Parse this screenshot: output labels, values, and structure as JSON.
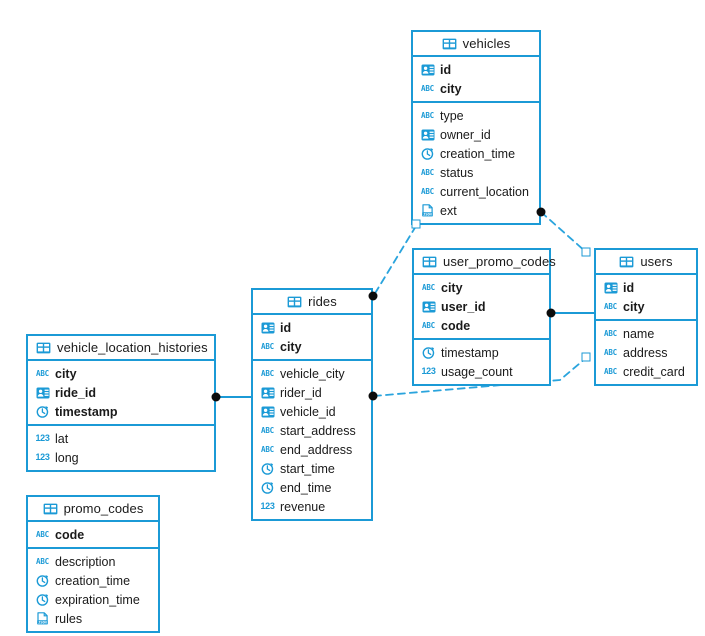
{
  "diagram": {
    "title": "Database schema ER diagram",
    "accent_color": "#1b9ad6",
    "marker_color": "#0c0c0c",
    "background": "#ffffff"
  },
  "icons": {
    "table": "table-icon",
    "id": "id-card-icon",
    "abc": "abc-text-icon",
    "clock": "clock-icon",
    "json": "json-document-icon",
    "number": "numeric-123-icon"
  },
  "tables": [
    {
      "id": "vehicles",
      "name": "vehicles",
      "title_align": "center",
      "keys": [
        {
          "icon": "id",
          "label": "id"
        },
        {
          "icon": "abc",
          "label": "city"
        }
      ],
      "fields": [
        {
          "icon": "abc",
          "label": "type"
        },
        {
          "icon": "id",
          "label": "owner_id"
        },
        {
          "icon": "clock",
          "label": "creation_time"
        },
        {
          "icon": "abc",
          "label": "status"
        },
        {
          "icon": "abc",
          "label": "current_location"
        },
        {
          "icon": "json",
          "label": "ext"
        }
      ]
    },
    {
      "id": "user_promo_codes",
      "name": "user_promo_codes",
      "title_align": "left",
      "keys": [
        {
          "icon": "abc",
          "label": "city"
        },
        {
          "icon": "id",
          "label": "user_id"
        },
        {
          "icon": "abc",
          "label": "code"
        }
      ],
      "fields": [
        {
          "icon": "clock",
          "label": "timestamp"
        },
        {
          "icon": "number",
          "label": "usage_count"
        }
      ]
    },
    {
      "id": "users",
      "name": "users",
      "title_align": "center",
      "keys": [
        {
          "icon": "id",
          "label": "id"
        },
        {
          "icon": "abc",
          "label": "city"
        }
      ],
      "fields": [
        {
          "icon": "abc",
          "label": "name"
        },
        {
          "icon": "abc",
          "label": "address"
        },
        {
          "icon": "abc",
          "label": "credit_card"
        }
      ]
    },
    {
      "id": "rides",
      "name": "rides",
      "title_align": "center",
      "keys": [
        {
          "icon": "id",
          "label": "id"
        },
        {
          "icon": "abc",
          "label": "city"
        }
      ],
      "fields": [
        {
          "icon": "abc",
          "label": "vehicle_city"
        },
        {
          "icon": "id",
          "label": "rider_id"
        },
        {
          "icon": "id",
          "label": "vehicle_id"
        },
        {
          "icon": "abc",
          "label": "start_address"
        },
        {
          "icon": "abc",
          "label": "end_address"
        },
        {
          "icon": "clock",
          "label": "start_time"
        },
        {
          "icon": "clock",
          "label": "end_time"
        },
        {
          "icon": "number",
          "label": "revenue"
        }
      ]
    },
    {
      "id": "vehicle_location_histories",
      "name": "vehicle_location_histories",
      "title_align": "left",
      "keys": [
        {
          "icon": "abc",
          "label": "city"
        },
        {
          "icon": "id",
          "label": "ride_id"
        },
        {
          "icon": "clock",
          "label": "timestamp"
        }
      ],
      "fields": [
        {
          "icon": "number",
          "label": "lat"
        },
        {
          "icon": "number",
          "label": "long"
        }
      ]
    },
    {
      "id": "promo_codes",
      "name": "promo_codes",
      "title_align": "center",
      "keys": [
        {
          "icon": "abc",
          "label": "code"
        }
      ],
      "fields": [
        {
          "icon": "abc",
          "label": "description"
        },
        {
          "icon": "clock",
          "label": "creation_time"
        },
        {
          "icon": "clock",
          "label": "expiration_time"
        },
        {
          "icon": "json",
          "label": "rules"
        }
      ]
    }
  ],
  "relationships": [
    {
      "id": "vehicles-rides",
      "from": "vehicles",
      "to": "rides",
      "style": "dashed"
    },
    {
      "id": "vehicles-users",
      "from": "vehicles",
      "to": "users",
      "style": "dashed"
    },
    {
      "id": "rides-users",
      "from": "rides",
      "to": "users",
      "style": "dashed"
    },
    {
      "id": "user_promo_codes-users",
      "from": "user_promo_codes",
      "to": "users",
      "style": "solid"
    },
    {
      "id": "vehicle_location_histories-rides",
      "from": "vehicle_location_histories",
      "to": "rides",
      "style": "solid"
    }
  ]
}
